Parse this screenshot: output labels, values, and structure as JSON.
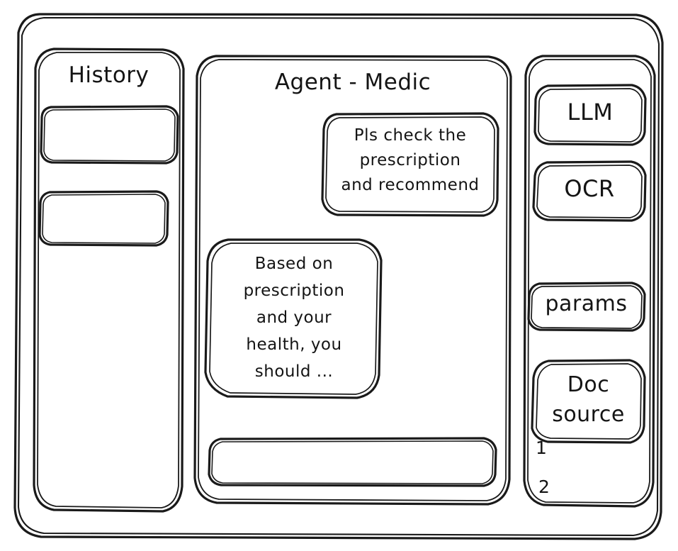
{
  "window": {
    "style": "hand-drawn-wireframe",
    "stroke_color": "#1a1a1a",
    "background_color": "#ffffff"
  },
  "sidebar": {
    "title": "History",
    "items": [
      {
        "label": "",
        "name": "history-item-1"
      },
      {
        "label": "",
        "name": "history-item-2"
      }
    ]
  },
  "main": {
    "title": "Agent - Medic",
    "messages": [
      {
        "role": "user",
        "text": "Pls check the\nprescription\nand recommend",
        "align": "right"
      },
      {
        "role": "assistant",
        "text": "Based on\nprescription\nand your\nhealth, you\nshould ...",
        "align": "left"
      }
    ],
    "input": {
      "value": "",
      "placeholder": ""
    }
  },
  "tools": {
    "buttons": [
      {
        "label": "LLM",
        "name": "tool-llm"
      },
      {
        "label": "OCR",
        "name": "tool-ocr"
      },
      {
        "label": "params",
        "name": "tool-params"
      },
      {
        "label": "Doc\nsource",
        "name": "tool-docsource"
      }
    ],
    "sources": [
      {
        "label": "1"
      },
      {
        "label": "2"
      }
    ]
  }
}
